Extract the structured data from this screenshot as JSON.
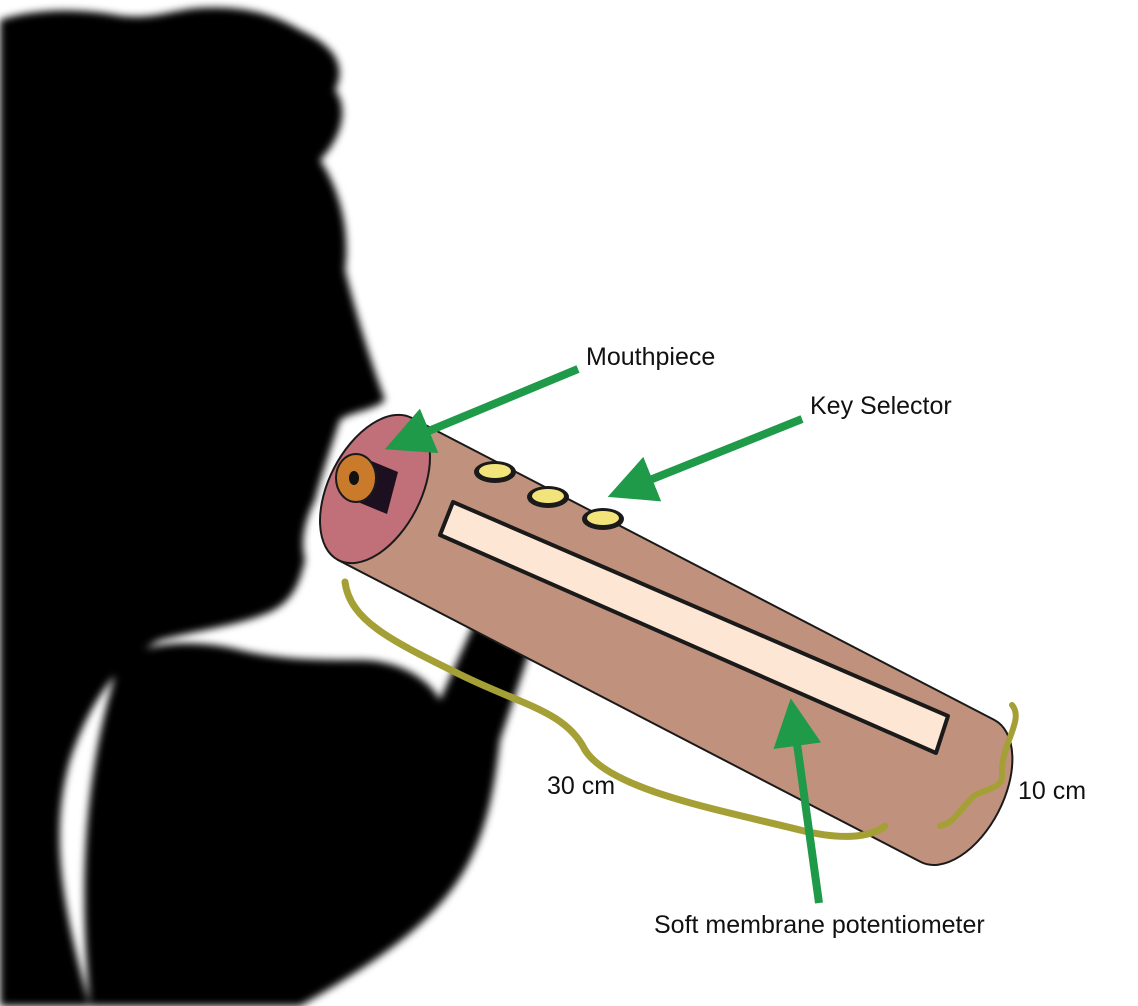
{
  "labels": {
    "mouthpiece": "Mouthpiece",
    "key_selector": "Key Selector",
    "length": "30 cm",
    "diameter": "10 cm",
    "potentiometer": "Soft membrane potentiometer"
  },
  "colors": {
    "silhouette": "#050505",
    "tube_body": "#c0917c",
    "tube_cap": "#c17079",
    "membrane_strip": "#fde6d4",
    "buttons": "#f2e47a",
    "mouthpiece_ring": "#c97a2a",
    "arrows": "#1e9a48",
    "braces": "#a5a035"
  }
}
